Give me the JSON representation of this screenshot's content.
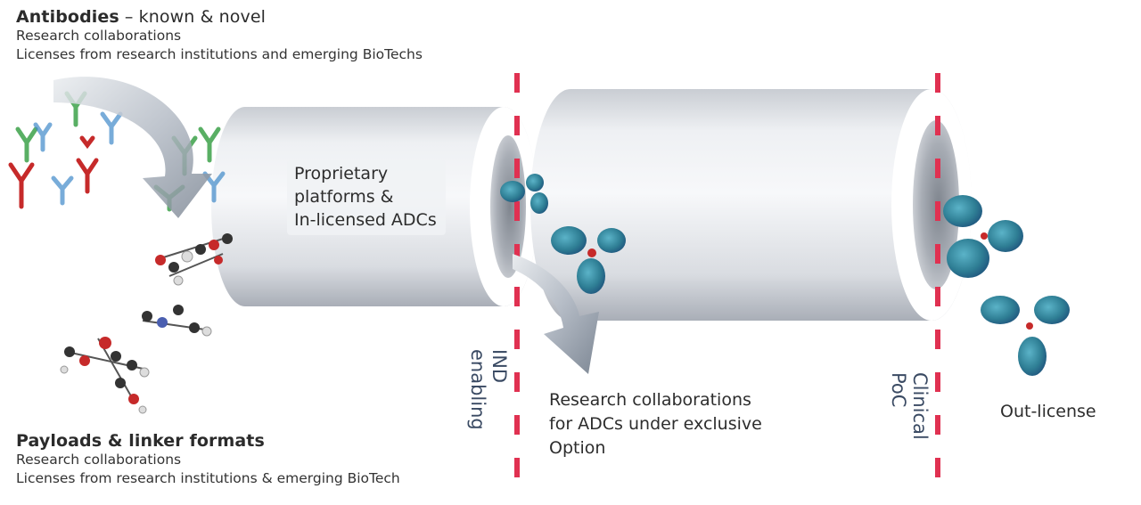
{
  "antibodies": {
    "title_bold": "Antibodies",
    "title_rest": " – known & novel",
    "lines": [
      "Research collaborations",
      "Licenses from research institutions and emerging BioTechs"
    ]
  },
  "payloads": {
    "title": "Payloads & linker formats",
    "lines": [
      "Research collaborations",
      "Licenses from research institutions & emerging BioTech"
    ]
  },
  "platform_box": {
    "lines": [
      "Proprietary",
      "platforms &",
      "In-licensed ADCs"
    ]
  },
  "milestones": {
    "ind": [
      "IND",
      "enabling"
    ],
    "clinical": [
      "Clinical",
      "PoC"
    ]
  },
  "branch": {
    "lines": [
      "Research collaborations",
      "for ADCs under exclusive",
      "Option"
    ]
  },
  "outcome": {
    "label": "Out-license"
  },
  "colors": {
    "dash": "#e03151",
    "pipe_light": "#f5f6f8",
    "pipe_dark": "#b9bdc5",
    "antibody_blue": "#3f89c9",
    "antibody_green": "#3da24a",
    "antibody_red": "#c62a2a",
    "protein_teal": "#2f7f95"
  },
  "icons": [
    "antibody-cluster-icon",
    "curved-arrow-icon",
    "molecule-icon",
    "protein-antibody-icon",
    "down-arrow-icon"
  ]
}
